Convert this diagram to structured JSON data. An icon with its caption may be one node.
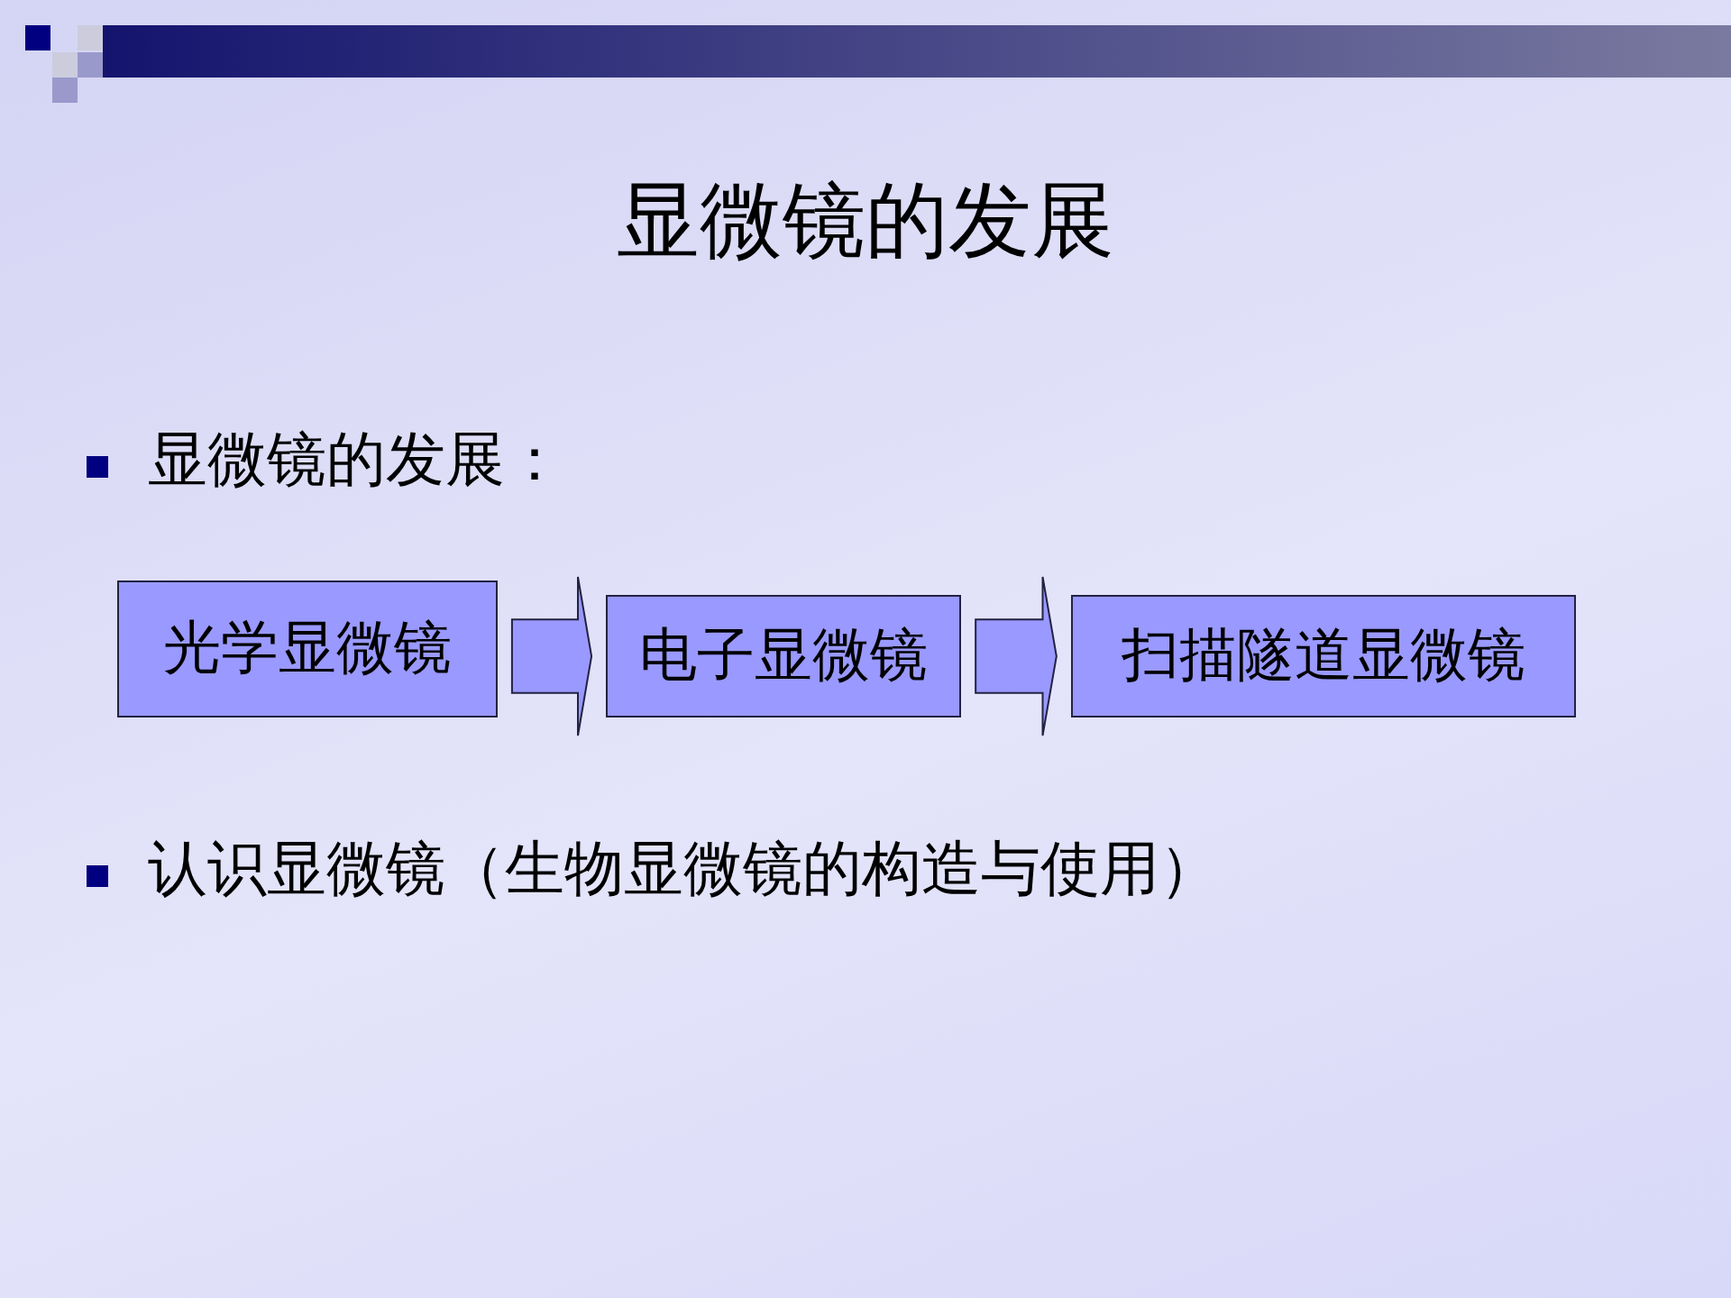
{
  "diagram": {
    "title": "显微镜的发展",
    "nodes": [
      {
        "text": [
          "光学显微镜"
        ]
      },
      {
        "text": [
          "电子显微镜"
        ]
      },
      {
        "text": [
          "扫描隧道显微镜"
        ]
      }
    ],
    "edges": [
      {
        "from": 0,
        "to": 1,
        "arrow": "to"
      },
      {
        "from": 1,
        "to": 2,
        "arrow": "to"
      }
    ],
    "labels": [
      "显微镜的发展：",
      "认识显微镜（生物显微镜的构造与使用）"
    ]
  }
}
